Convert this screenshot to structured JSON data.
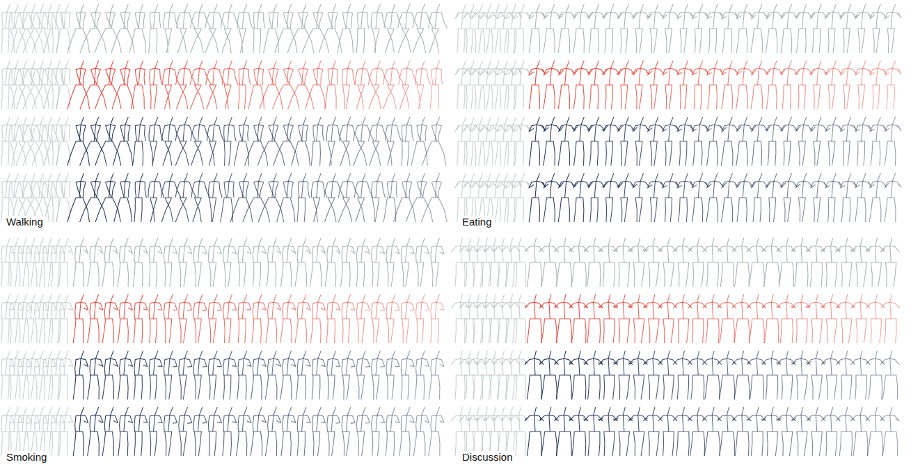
{
  "diagram": {
    "labels": [
      "Walking",
      "Eating",
      "Smoking",
      "Discussion"
    ]
  }
}
